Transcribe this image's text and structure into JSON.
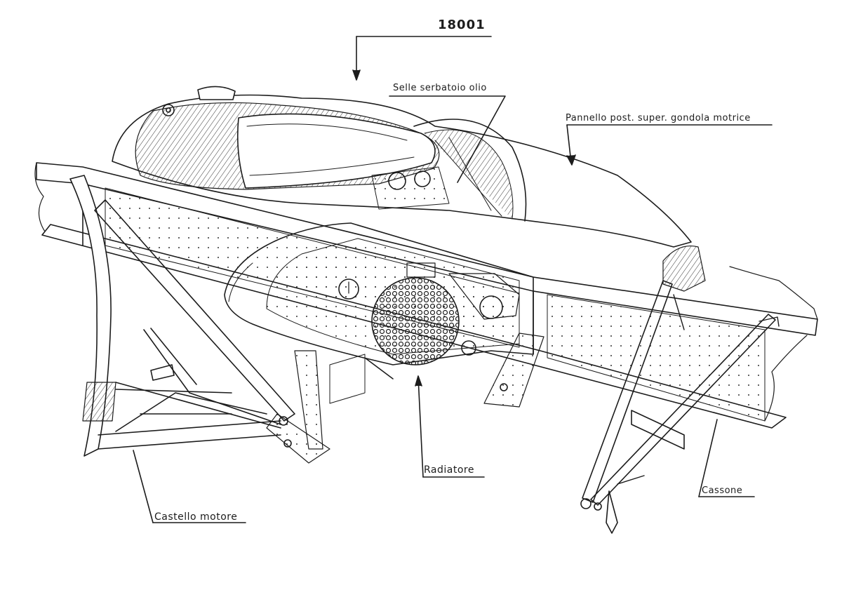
{
  "figure": {
    "code": "18001",
    "labels": {
      "selle_serbatoio": "Selle serbatoio olio",
      "pannello": "Pannello post. super. gondola motrice",
      "radiatore": "Radiatore",
      "castello": "Castello motore",
      "cassone": "Cassone"
    }
  },
  "colors": {
    "ink": "#1c1c1c",
    "paper": "#ffffff"
  }
}
